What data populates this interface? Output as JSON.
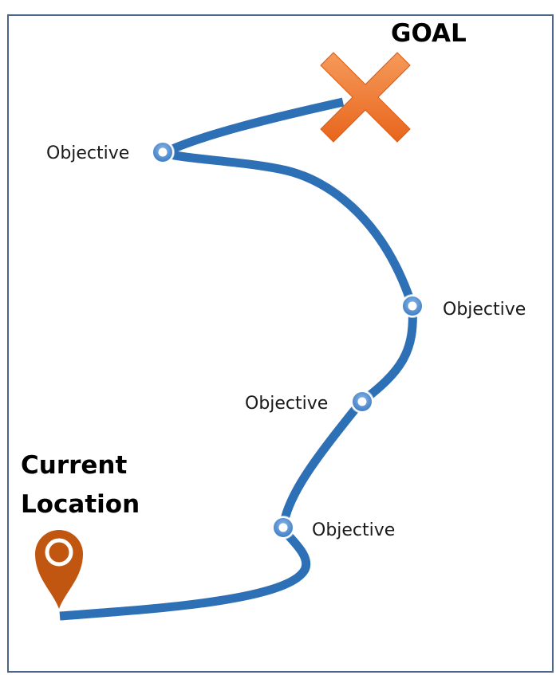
{
  "goal": {
    "label": "GOAL",
    "marker_icon": "x-mark-icon",
    "color": "#f07a2a"
  },
  "current_location": {
    "label_line1": "Current",
    "label_line2": "Location",
    "marker_icon": "map-pin-icon",
    "color": "#c0560f"
  },
  "path": {
    "color": "#2e70b5"
  },
  "objectives": [
    {
      "label": "Objective"
    },
    {
      "label": "Objective"
    },
    {
      "label": "Objective"
    },
    {
      "label": "Objective"
    }
  ]
}
